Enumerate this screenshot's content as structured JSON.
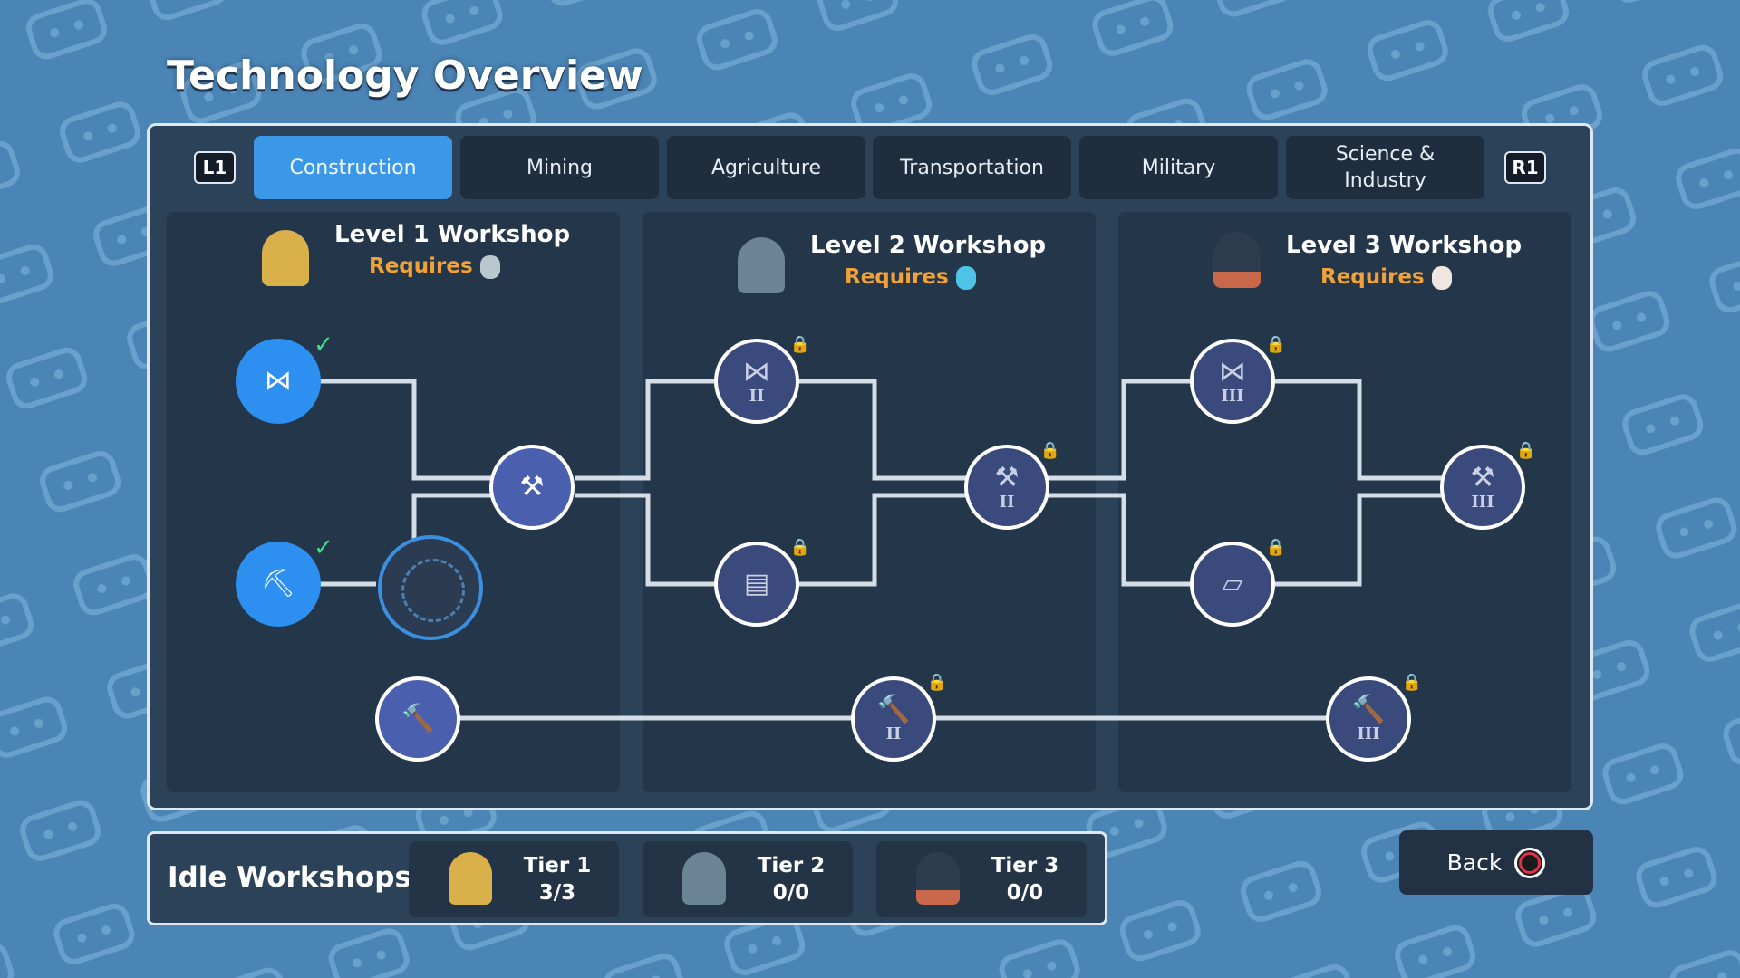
{
  "title": "Technology Overview",
  "tabs": {
    "left_key": "L1",
    "right_key": "R1",
    "items": [
      {
        "label": "Construction",
        "active": true
      },
      {
        "label": "Mining"
      },
      {
        "label": "Agriculture"
      },
      {
        "label": "Transportation"
      },
      {
        "label": "Military"
      },
      {
        "label": "Science & Industry"
      }
    ]
  },
  "columns": [
    {
      "name": "Level 1 Workshop",
      "requires": "Requires"
    },
    {
      "name": "Level 2 Workshop",
      "requires": "Requires"
    },
    {
      "name": "Level 3 Workshop",
      "requires": "Requires"
    }
  ],
  "nodes": {
    "tier2": "II",
    "tier3": "III",
    "check": "✓",
    "lock": "🔒"
  },
  "idle": {
    "label": "Idle Workshops",
    "tiers": [
      {
        "name": "Tier 1",
        "count": "3/3"
      },
      {
        "name": "Tier 2",
        "count": "0/0"
      },
      {
        "name": "Tier 3",
        "count": "0/0"
      }
    ]
  },
  "back": "Back",
  "colors": {
    "bg": "#4b85b6",
    "active_tab": "#3b98e8",
    "requires": "#f0a238",
    "done_node": "#2d8fef"
  }
}
